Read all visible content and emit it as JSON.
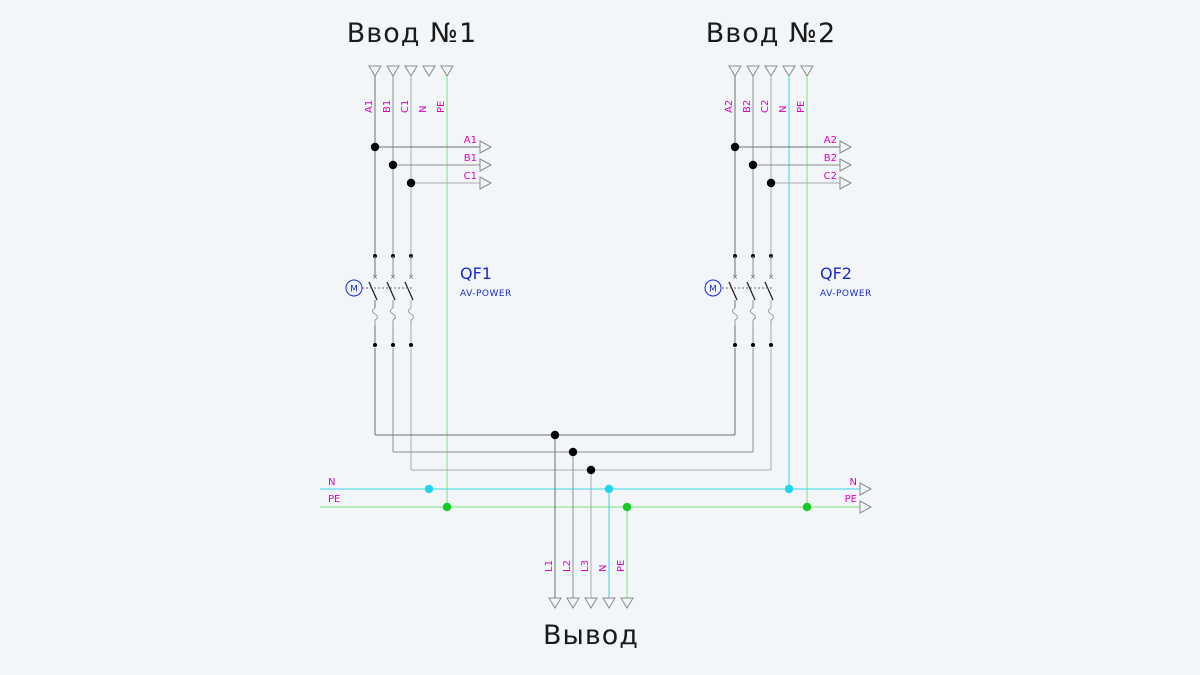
{
  "titles": {
    "input1": "Ввод №1",
    "input2": "Ввод №2",
    "output": "Вывод"
  },
  "input1_labels": [
    "A1",
    "B1",
    "C1",
    "N",
    "PE"
  ],
  "input2_labels": [
    "A2",
    "B2",
    "C2",
    "N",
    "PE"
  ],
  "tap1_labels": [
    "A1",
    "B1",
    "C1"
  ],
  "tap2_labels": [
    "A2",
    "B2",
    "C2"
  ],
  "bus_labels_left": [
    "N",
    "PE"
  ],
  "bus_labels_right": [
    "N",
    "PE"
  ],
  "output_labels": [
    "L1",
    "L2",
    "L3",
    "N",
    "PE"
  ],
  "breaker1": {
    "name": "QF1",
    "model": "AV-POWER",
    "motor": "M"
  },
  "breaker2": {
    "name": "QF2",
    "model": "AV-POWER",
    "motor": "M"
  },
  "colors": {
    "phase_wire": "#8f8f8f",
    "neutral_wire": "#35d8e6",
    "earth_wire": "#7ee07e",
    "label": "#e000c8",
    "device_label": "#1a2ad0",
    "junction": "#000000",
    "neutral_junction": "#21d6ea",
    "earth_junction": "#11cc22"
  }
}
